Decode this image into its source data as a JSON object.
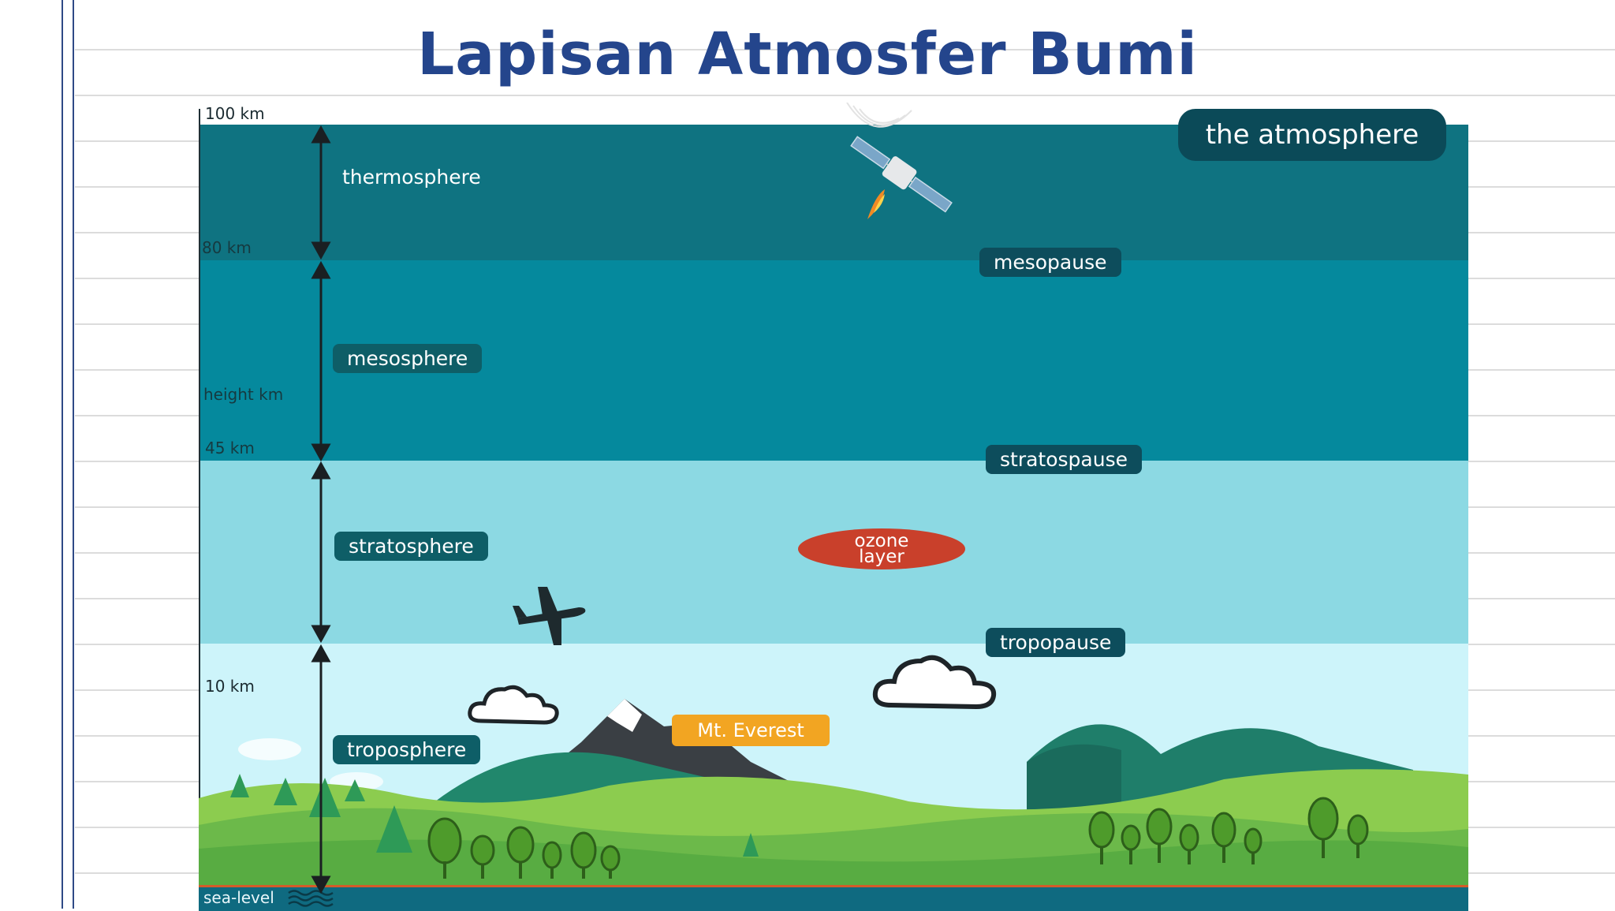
{
  "title": "Lapisan Atmosfer Bumi",
  "badge": "the atmosphere",
  "axis": {
    "top": "100 km",
    "km80": "80 km",
    "height": "height km",
    "km45": "45 km",
    "km10": "10 km",
    "sea": "sea-level"
  },
  "layers": {
    "thermosphere": "thermosphere",
    "mesosphere": "mesosphere",
    "stratosphere": "stratosphere",
    "troposphere": "troposphere"
  },
  "pauses": {
    "mesopause": "mesopause",
    "stratospause": "stratospause",
    "tropopause": "tropopause"
  },
  "ozone": {
    "line1": "ozone",
    "line2": "layer"
  },
  "everest": "Mt. Everest",
  "colors": {
    "thermosphere": "#0f7381",
    "mesosphere": "#05899d",
    "stratosphere": "#8cd9e3",
    "troposphere": "#cdf4fa",
    "title": "#24458c"
  },
  "icons": [
    "satellite-icon",
    "airplane-icon",
    "cloud-icon",
    "mountain-icon",
    "tree-icon",
    "arrow-icon"
  ]
}
